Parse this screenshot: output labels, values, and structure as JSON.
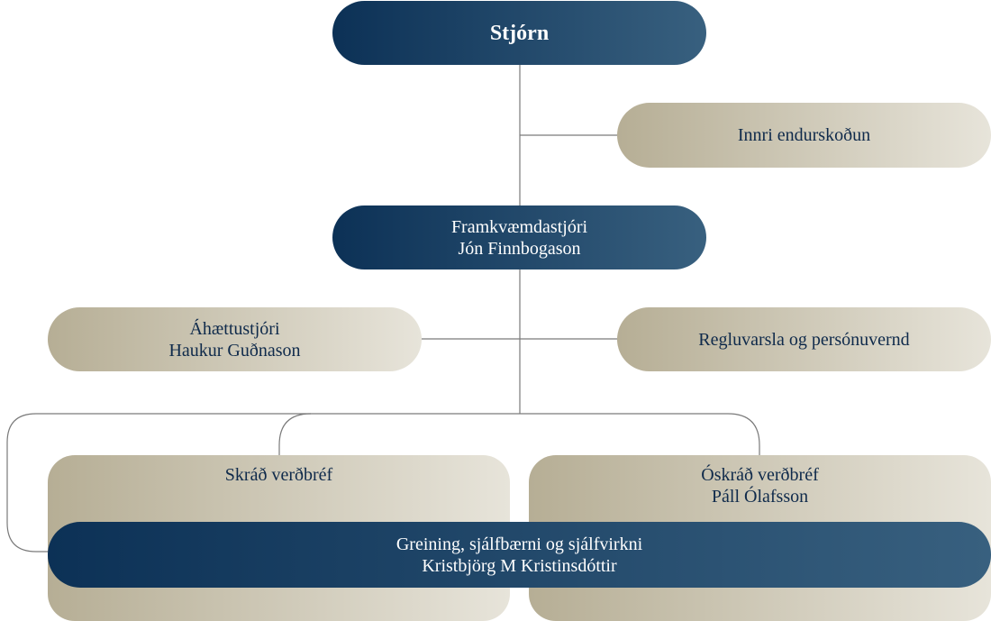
{
  "board": {
    "label": "Stjórn"
  },
  "internal_audit": {
    "label": "Innri endurskoðun"
  },
  "ceo": {
    "title": "Framkvæmdastjóri",
    "name": "Jón Finnbogason"
  },
  "risk": {
    "title": "Áhættustjóri",
    "name": "Haukur Guðnason"
  },
  "compliance": {
    "label": "Regluvarsla og persónuvernd"
  },
  "listed": {
    "label": "Skráð verðbréf"
  },
  "unlisted": {
    "title": "Óskráð verðbréf",
    "name": "Páll Ólafsson"
  },
  "analysis": {
    "title": "Greining, sjálfbærni og sjálfvirkni",
    "name": "Kristbjörg M Kristinsdóttir"
  },
  "colors": {
    "navy": "#0c3156",
    "navy_light": "#38607f",
    "beige": "#b6ae95",
    "beige_light": "#e7e4da",
    "connector": "#7a7a7a"
  }
}
